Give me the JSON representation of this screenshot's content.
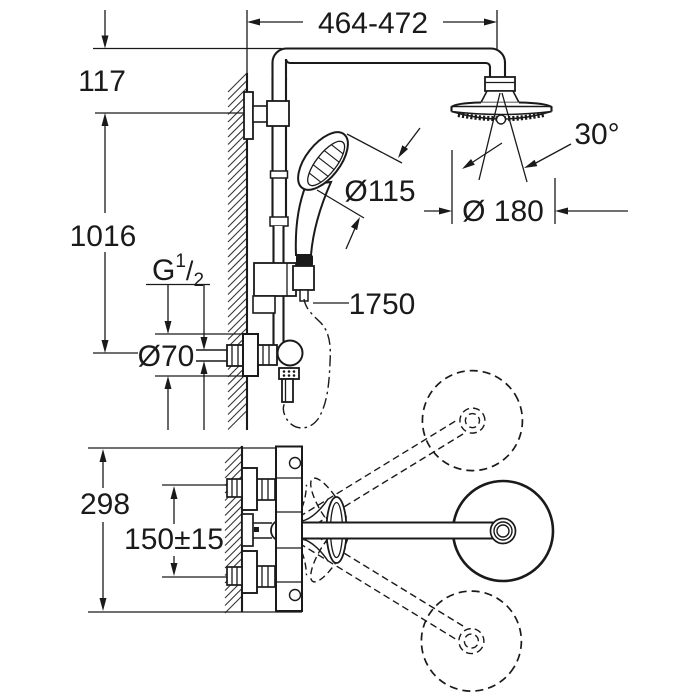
{
  "drawing": {
    "kind": "shower-system-dimensional-drawing",
    "dimensions": {
      "width_range": "464-472",
      "top_offset": "117",
      "column_height": "1016",
      "thread": {
        "letter": "G",
        "numerator": "1",
        "slash": "/",
        "denominator": "2"
      },
      "escutcheon_diameter": "Ø70",
      "hand_shower_diameter": "Ø115",
      "hose_length": "1750",
      "head_shower_diameter": "Ø 180",
      "spray_angle": "30°",
      "depth": "298",
      "supply_spacing": "150±15"
    },
    "colors": {
      "line": "#1a1a1a",
      "background": "#ffffff"
    }
  }
}
